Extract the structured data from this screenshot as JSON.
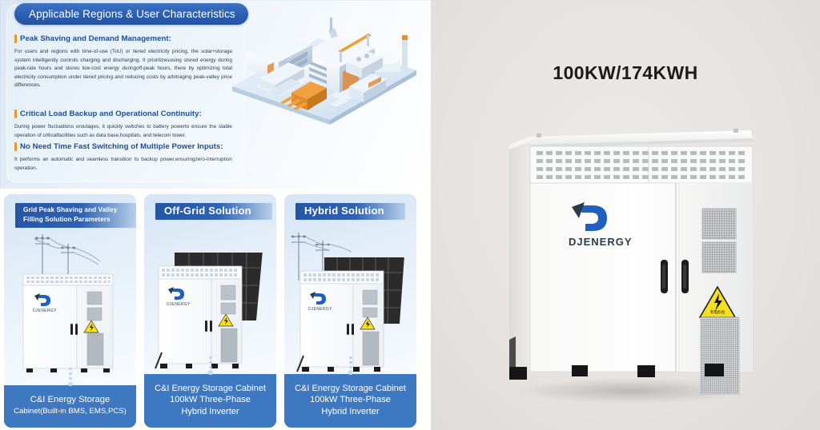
{
  "hero": {
    "banner_title": "Applicable Regions & User Characteristics",
    "sections": [
      {
        "heading": "Peak Shaving and Demand Management:",
        "body": "For users and regions with time-of-use (ToU) or tiered electricity pricing, the solar+storage system intelligently controls charging and discharging. It prioritizesusing stored energy during peak-rate hours and stores low-cost energy duringoff-peak hours, there by optimizing total electricity consumption under tiered pricing and reducing costs by arbitraging peak-valley price differences."
      },
      {
        "heading": "Critical Load Backup and Operational Continuity:",
        "body": "During power fluctuations oroutages, it quickly switches to battery powerto ensure the stable operation of criticalfacilities such as data base,hospitals, and telecom tower."
      },
      {
        "heading": "No Need Time Fast Switching of Multiple Power Inputs:",
        "body": "It performs an automatic and seamless transition to backup power,ensuringzero-interruption operation."
      }
    ],
    "illustration_name": "isometric-industrial-park-illustration"
  },
  "cards": [
    {
      "banner": "Grid Peak Shaving and Valley Filling Solution Parameters",
      "banner_size": "small",
      "art": "cabinet-with-power-poles",
      "footer_lines": [
        "C&I Energy Storage",
        "Cabinet(Built-in BMS, EMS,PCS)"
      ],
      "logo_text": "DJENERGY"
    },
    {
      "banner": "Off-Grid Solution",
      "banner_size": "big",
      "art": "cabinet-with-solar-panel",
      "footer_lines": [
        "C&I Energy Storage Cabinet",
        "100kW Three-Phase",
        "Hybrid Inverter"
      ],
      "logo_text": "DJENERGY"
    },
    {
      "banner": "Hybrid Solution",
      "banner_size": "big",
      "art": "cabinet-with-solar-and-poles",
      "footer_lines": [
        "C&I Energy Storage Cabinet",
        "100kW Three-Phase",
        "Hybrid Inverter"
      ],
      "logo_text": "DJENERGY"
    }
  ],
  "product": {
    "title": "100KW/174KWH",
    "logo_text": "DJENERGY",
    "warning_label_name": "electrical-hazard-warning-triangle",
    "image_name": "energy-storage-cabinet-photo"
  },
  "colors": {
    "banner_blue": "#2a5fb2",
    "footer_blue": "#3d78c0",
    "heading_blue": "#1c4c96",
    "accent_orange": "#e8972e",
    "logo_blue": "#1f5fc0",
    "warning_yellow": "#f5e020",
    "right_bg": "#e6e3e1"
  }
}
